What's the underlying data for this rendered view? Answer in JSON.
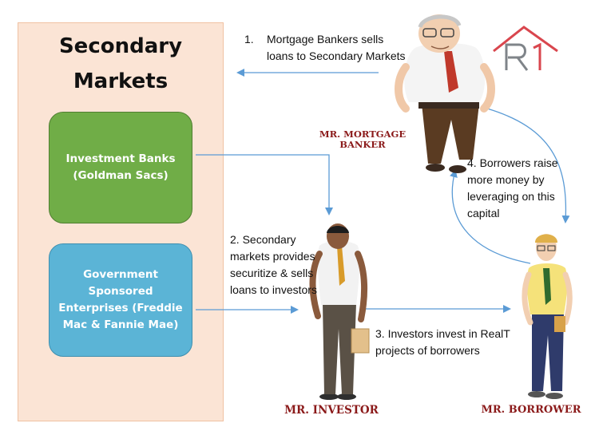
{
  "secondary_markets": {
    "title_line1": "Secondary",
    "title_line2": "Markets",
    "investment_banks_line1": "Investment Banks",
    "investment_banks_line2": "(Goldman Sacs)",
    "gse_line1": "Government",
    "gse_line2": "Sponsored",
    "gse_line3": "Enterprises (Freddie",
    "gse_line4": "Mac & Fannie Mae)"
  },
  "steps": {
    "step1_number": "1.",
    "step1_line1": "Mortgage Bankers sells",
    "step1_line2": "loans to Secondary Markets",
    "step2_line1": "2. Secondary",
    "step2_line2": "markets provides",
    "step2_line3": "securitize & sells",
    "step2_line4": "loans to investors",
    "step3_line1": "3. Investors invest in RealT",
    "step3_line2": "projects of borrowers",
    "step4_line1": "4. Borrowers raise",
    "step4_line2": "more money by",
    "step4_line3": "leveraging on this",
    "step4_line4": "capital"
  },
  "captions": {
    "banker_line1": "MR. MORTGAGE",
    "banker_line2": "BANKER",
    "investor": "MR. INVESTOR",
    "borrower": "MR. BORROWER"
  },
  "colors": {
    "panel_fill": "#fbe4d5",
    "investment_box": "#70ad47",
    "gse_box": "#5bb4d6",
    "arrow": "#5b9bd5",
    "caption": "#8b1a1a",
    "logo_red": "#d9464e",
    "logo_gray": "#7f8489"
  },
  "icons": [
    "house-r-logo-icon",
    "mortgage-banker-figure-icon",
    "investor-figure-icon",
    "borrower-figure-icon"
  ]
}
